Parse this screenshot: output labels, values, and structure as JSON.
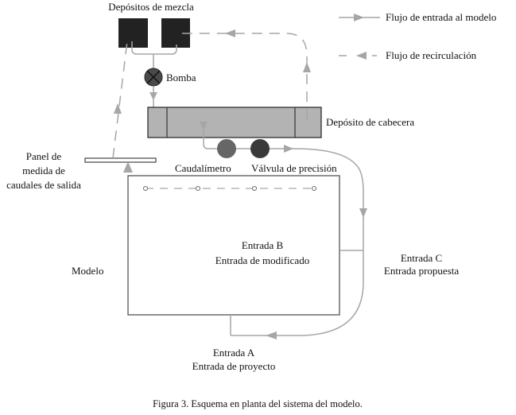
{
  "labels": {
    "mixing_tanks": "Depósitos de mezcla",
    "pump": "Bomba",
    "head_tank": "Depósito de cabecera",
    "flowmeter": "Caudalímetro",
    "precision_valve": "Válvula de precisión",
    "panel_line1": "Panel de",
    "panel_line2": "medida de",
    "panel_line3": "caudales de salida",
    "model": "Modelo",
    "entry_b_line1": "Entrada B",
    "entry_b_line2": "Entrada de modificado",
    "entry_c_line1": "Entrada C",
    "entry_c_line2": "Entrada propuesta",
    "entry_a_line1": "Entrada A",
    "entry_a_line2": "Entrada de proyecto"
  },
  "legend": {
    "inflow": "Flujo de entrada al modelo",
    "recirculation": "Flujo de recirculación"
  },
  "caption": "Figura 3. Esquema en planta del sistema del modelo.",
  "colors": {
    "flow_line": "#a6a6a6",
    "tank_dark": "#222222",
    "head_tank_fill": "#b3b3b3",
    "flowmeter": "#666666",
    "valve": "#3a3a3a",
    "pump": "#4a4a4a"
  }
}
